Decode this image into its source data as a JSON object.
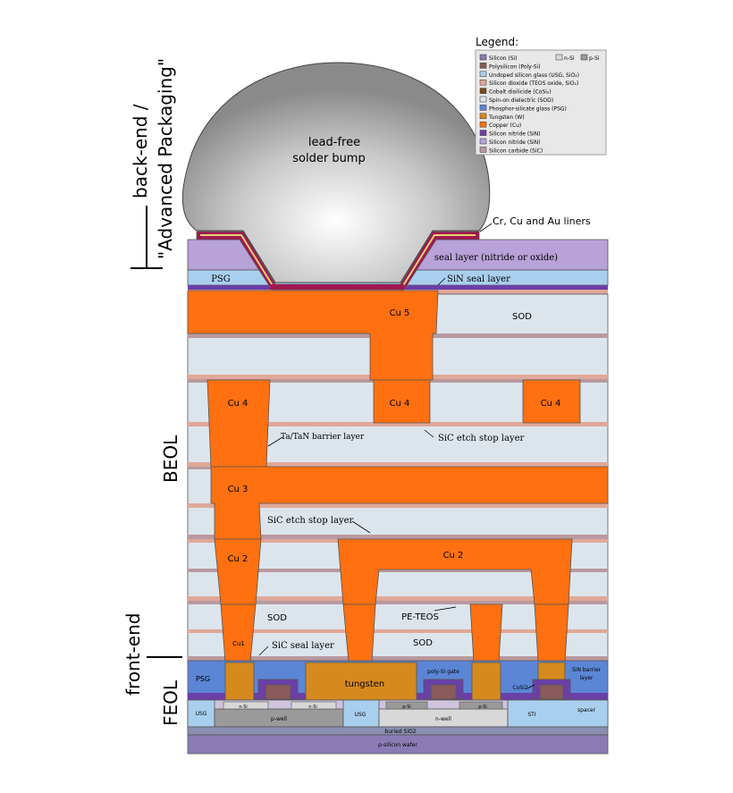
{
  "side_labels": {
    "backend_line1": "back-end /",
    "backend_line2": "\"Advanced Packaging\"",
    "beol": "BEOL",
    "frontend": "front-end",
    "feol": "FEOL"
  },
  "legend": {
    "title": "Legend:",
    "items": [
      {
        "label": "Silicon (Si)",
        "color": "#8a7bb5"
      },
      {
        "label": "Polysilicon (Poly-Si)",
        "color": "#8b5a5a"
      },
      {
        "label": "Undoped silicon glass (USG, SiO₂)",
        "color": "#a9cfee"
      },
      {
        "label": "Silicon dioxide (TEOS oxide, SiO₂)",
        "color": "#e0a898"
      },
      {
        "label": "Cobalt disilicide (CoSi₂)",
        "color": "#7a4a1e"
      },
      {
        "label": "Spin-on dielectric (SOD)",
        "color": "#dde5ec"
      },
      {
        "label": "Phosphor-silicate glass (PSG)",
        "color": "#5b86d6"
      },
      {
        "label": "Tungsten (W)",
        "color": "#d68a1e"
      },
      {
        "label": "Copper (Cu)",
        "color": "#ff7010"
      },
      {
        "label": "Silicon nitride (SiN)",
        "color": "#6b3fa8"
      },
      {
        "label": "Silicon nitride (SiN)",
        "color": "#b8a2d8"
      },
      {
        "label": "Silicon carbide (SiC)",
        "color": "#b89aa0"
      }
    ],
    "extras": [
      {
        "label": "n-Si",
        "color": "#d8d8d8"
      },
      {
        "label": "p-Si",
        "color": "#9a9a9a"
      }
    ]
  },
  "labels": {
    "solder_bump_1": "lead-free",
    "solder_bump_2": "solder bump",
    "liners": "Cr, Cu and Au liners",
    "seal_layer": "seal layer (nitride or oxide)",
    "psg_top": "PSG",
    "sin_seal": "SiN seal layer",
    "cu5": "Cu 5",
    "sod_top": "SOD",
    "cu4_a": "Cu 4",
    "cu4_b": "Cu 4",
    "cu4_c": "Cu 4",
    "barrier": "Ta/TaN barrier layer",
    "sic_etch_1": "SiC etch stop layer",
    "cu3": "Cu 3",
    "sic_etch_2": "SiC etch stop layer",
    "cu2_a": "Cu 2",
    "cu2_b": "Cu 2",
    "sod_mid": "SOD",
    "peteos": "PE-TEOS",
    "sod_low": "SOD",
    "cu1": "Cu1",
    "sic_seal": "SiC seal layer",
    "psg_feol": "PSG",
    "tungsten": "tungsten",
    "poly_gate": "poly-Si gate",
    "sin_barrier_1": "SiN barrier",
    "sin_barrier_2": "layer",
    "cosi2": "CoSi2",
    "spacer": "spacer",
    "usg_left": "USG",
    "usg_mid": "USG",
    "n_si_1": "n-Si",
    "n_si_2": "n-Si",
    "p_si_1": "p-Si",
    "p_si_2": "p-Si",
    "pwell": "p-well",
    "nwell": "n-well",
    "sti": "STI",
    "buried": "buried SiO2",
    "wafer": "p-silicon wafer"
  }
}
